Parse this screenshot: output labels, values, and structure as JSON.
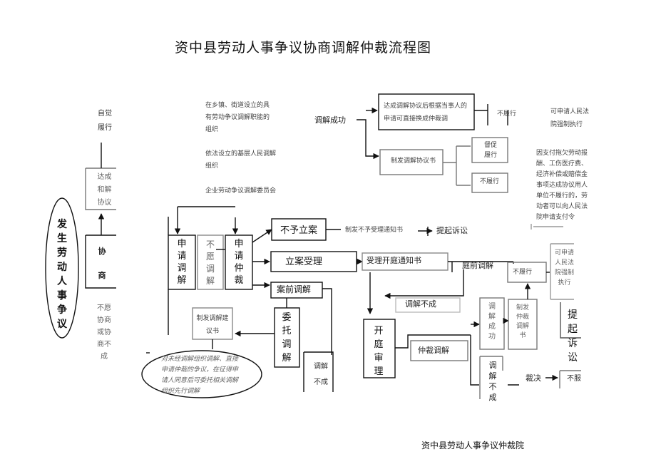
{
  "title": "资中县劳动人事争议协商调解仲裁流程图",
  "footer": "资中县劳动人事争议仲裁院",
  "left": {
    "oval": "发生劳动人事争议",
    "self_perform": "自觉履行",
    "reach_agreement": "达成和解协议",
    "negotiate": "协商",
    "refuse": "不愿协商或协商不成"
  },
  "orgs": {
    "org1": "在乡镇、街道设立的具有劳动争议调解职能的组织",
    "org2": "依法设立的基层人民调解组织",
    "org3": "企业劳动争议调解委员会"
  },
  "mediation": {
    "success": "调解成功",
    "agree_box": "达成调解协议后根据当事人的申请可直接换成仲裁调",
    "issue_agreement": "制发调解协议书",
    "supervise": "督促履行",
    "not_perform1": "不履行",
    "not_perform2": "不履行",
    "court_enforce": "可申请人民法院强制执行",
    "pay_note": "因支付拖欠劳动报酬、工伤医疗费、经济补偿或赔偿金事项达成协议用人单位不履行的，劳动者可以向人民法院申请支付令"
  },
  "process": {
    "apply_mediation": "申请调解",
    "unwilling": "不愿调解",
    "apply_arbitration": "申请仲裁",
    "not_accept": "不予立案",
    "not_accept_notice": "制发不予受理通知书",
    "sue": "提起诉讼",
    "accept": "立案受理",
    "accept_notice": "受理开庭通知书",
    "pre_mediation": "案前调解",
    "court_mediation": "庭前调解",
    "mediation_fail": "调解不成",
    "entrust": "委托调解",
    "issue_suggestion": "制发调解建议书",
    "ellipse_note": "对未经调解组织调解、直接申请仲裁的争议，在征得申请人同意后可委托相关调解组织先行调解",
    "mediation_fail2": "调解不成",
    "hearing": "开庭审理",
    "arb_mediation": "仲裁调解",
    "med_success": "调解成功",
    "issue_arb_med": "制发仲裁调解书",
    "not_perform3": "不履行",
    "enforce2": "可申请人民法院强制执行",
    "med_fail3": "调解不成",
    "award": "裁决",
    "not_accept_award": "不服",
    "sue2": "提起诉讼"
  }
}
